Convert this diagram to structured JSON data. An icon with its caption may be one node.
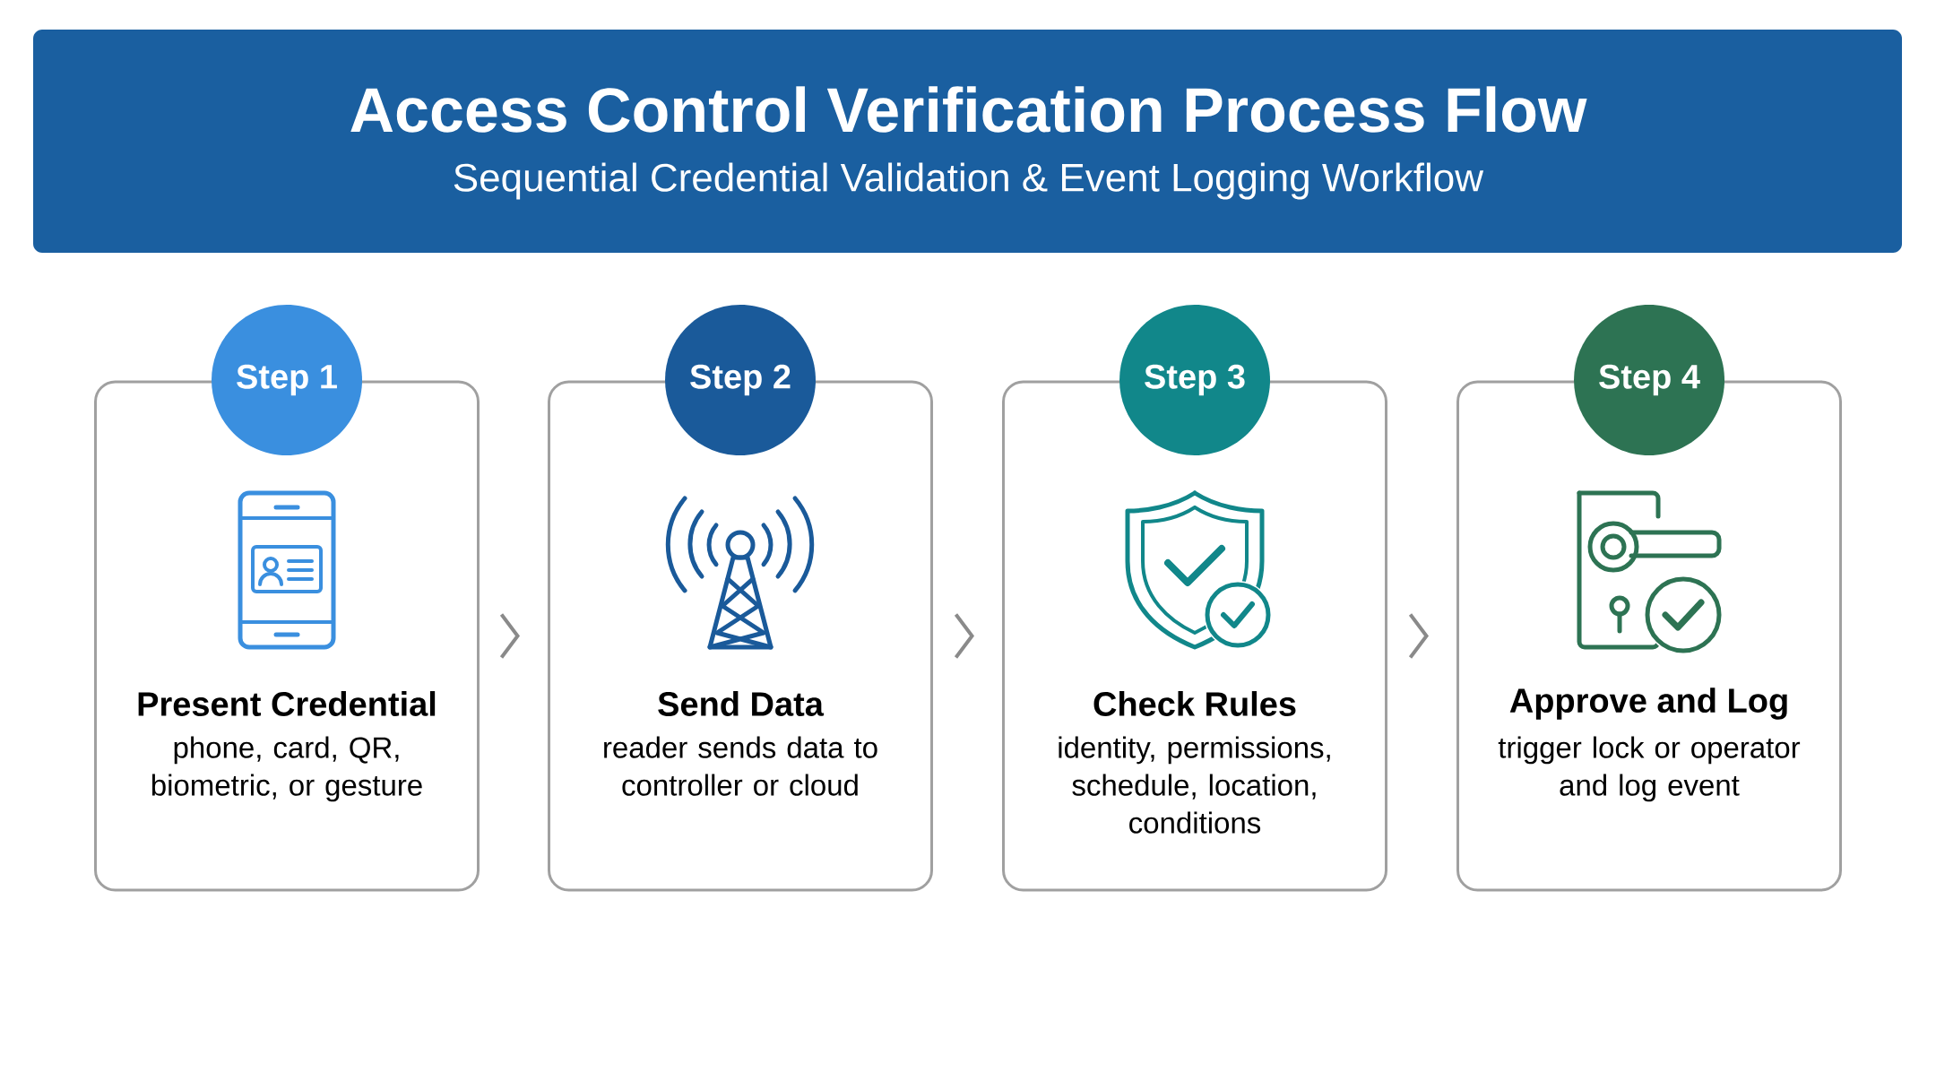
{
  "diagram": {
    "title": "Access Control Verification Process Flow",
    "nodes": [
      {
        "text": [
          "Step 1"
        ]
      },
      {
        "text": [
          "Step 2"
        ]
      },
      {
        "text": [
          "Step 3"
        ]
      },
      {
        "text": [
          "Step 4"
        ]
      },
      {
        "text": [
          "Present Credential",
          "phone, card, QR, biometric, or gesture"
        ]
      },
      {
        "text": [
          "Send Data",
          "reader sends data to controller or cloud"
        ]
      },
      {
        "text": [
          "Check Rules",
          "identity, permissions, schedule, location, conditions"
        ]
      },
      {
        "text": [
          "Approve and Log",
          "trigger lock or operator and log event"
        ]
      }
    ],
    "edges": [
      {
        "from": 4,
        "to": 5,
        "arrow": "to"
      },
      {
        "from": 5,
        "to": 6,
        "arrow": "to"
      },
      {
        "from": 6,
        "to": 7,
        "arrow": "to"
      }
    ],
    "labels": [
      "Sequential Credential Validation & Event Logging Workflow"
    ]
  }
}
